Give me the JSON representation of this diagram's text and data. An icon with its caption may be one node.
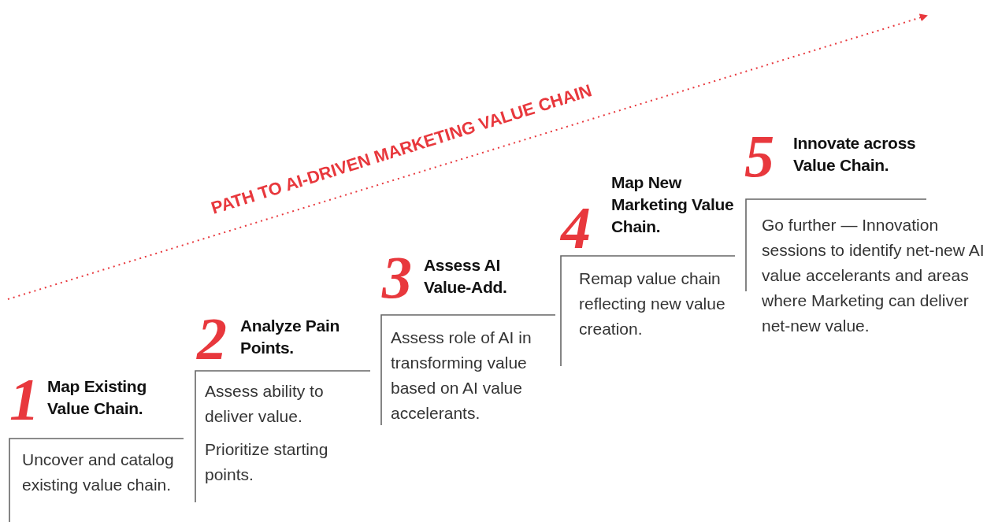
{
  "diagram": {
    "nodes": [
      {
        "text": [
          "1",
          "Map Existing Value Chain.",
          "Uncover and catalog existing value chain."
        ]
      },
      {
        "text": [
          "2",
          "Analyze Pain Points.",
          "Assess ability to deliver value.",
          "Prioritize starting points."
        ]
      },
      {
        "text": [
          "3",
          "Assess AI Value-Add.",
          "Assess role of AI in transforming value based on AI value accelerants."
        ]
      },
      {
        "text": [
          "4",
          "Map New Marketing Value Chain.",
          "Remap value chain reflecting new value creation."
        ]
      },
      {
        "text": [
          "5",
          "Innovate across Value Chain.",
          "Go further — Innovation sessions to identify net-new AI value accelerants and areas where Marketing can deliver net-new value."
        ]
      }
    ],
    "labels": [
      "PATH TO AI-DRIVEN MARKETING VALUE CHAIN"
    ]
  }
}
